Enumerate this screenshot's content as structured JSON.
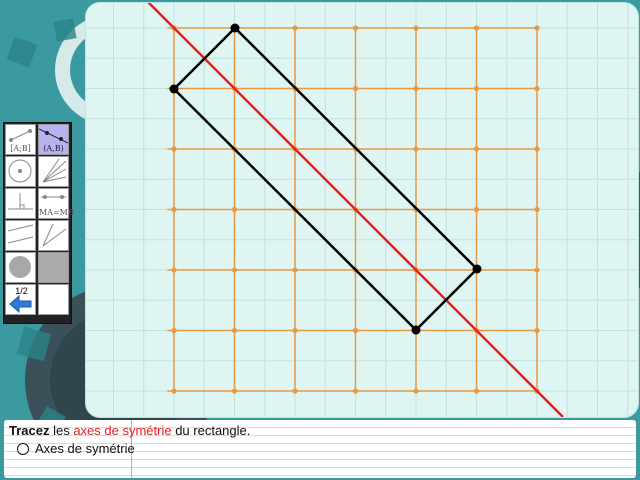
{
  "toolbox": {
    "page_counter": "1/2",
    "tools": [
      {
        "name": "segment-tool",
        "label": "[A;B]",
        "selected": false
      },
      {
        "name": "line-tool",
        "label": "(A,B)",
        "selected": true
      },
      {
        "name": "circle-tool",
        "label": "",
        "selected": false
      },
      {
        "name": "ray-fan-tool",
        "label": "",
        "selected": false
      },
      {
        "name": "perpendicular-tool",
        "label": "",
        "selected": false
      },
      {
        "name": "equidistant-tool",
        "label": "MA=MB",
        "selected": false
      },
      {
        "name": "parallel-tool",
        "label": "",
        "selected": false
      },
      {
        "name": "angle-tool",
        "label": "",
        "selected": false
      },
      {
        "name": "point-color-tool",
        "label": "",
        "selected": false
      },
      {
        "name": "gray-fill-tool",
        "label": "",
        "selected": false
      },
      {
        "name": "back-tool",
        "label": "",
        "selected": false
      },
      {
        "name": "empty-tool",
        "label": "",
        "selected": false
      }
    ]
  },
  "instruction": {
    "verb": "Tracez",
    "pre": " les ",
    "highlight": "axes de symétrie",
    "post": " du rectangle."
  },
  "answer": {
    "option_label": "Axes de symétrie"
  },
  "colors": {
    "grid": "#e69a45",
    "symmetry_axis": "#ee1c1c",
    "rectangle": "#000000",
    "highlight_text": "#e02020",
    "selected_tool": "#b7b2f2"
  }
}
